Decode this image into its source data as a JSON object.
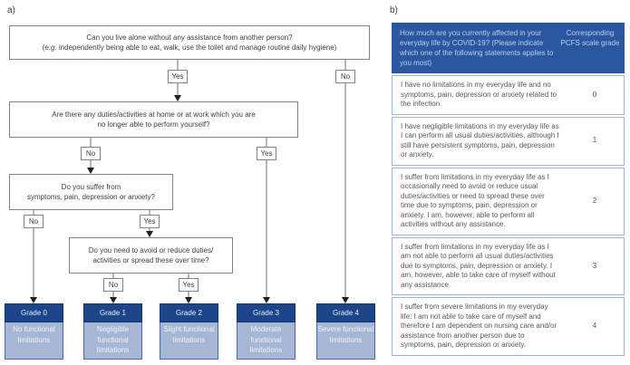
{
  "colors": {
    "grade_header_bg": "#1d4589",
    "grade_body_bg": "#a6b7d6",
    "table_header_bg": "#2b57a0",
    "table_header_text": "#bdcfec",
    "row_border": "#9db4d8",
    "flow_text": "#414042",
    "table_text": "#58595b"
  },
  "panel_a": {
    "label": "a)",
    "yes_label": "Yes",
    "no_label": "No",
    "q1": {
      "line1": "Can you live alone without any assistance from another person?",
      "line2_open": "(",
      "line2_italic": "e.g.",
      "line2_rest": " independently being able to eat, walk, use the toilet and manage routine daily hygiene)"
    },
    "q2": {
      "line1": "Are there any duties/activities at home or at work which you are",
      "line2": "no longer able to perform yourself?"
    },
    "q3": {
      "line1": "Do you suffer from",
      "line2": "symptoms, pain, depression or anxiety?"
    },
    "q4": {
      "line1": "Do you need to avoid or reduce duties/",
      "line2": "activities or spread these over time?"
    },
    "grades": [
      {
        "title": "Grade 0",
        "desc": "No functional limitations"
      },
      {
        "title": "Grade 1",
        "desc": "Negligible functional limitations"
      },
      {
        "title": "Grade 2",
        "desc": "Slight functional limitations"
      },
      {
        "title": "Grade 3",
        "desc": "Moderate functional limitations"
      },
      {
        "title": "Grade 4",
        "desc": "Severe functional limitations"
      }
    ]
  },
  "panel_b": {
    "label": "b)",
    "header": {
      "question": "How much are you currently affected in your everyday life by COVID-19? (Please indicate which one of the following statements applies to you most)",
      "grade_col": "Corresponding PCFS scale grade"
    },
    "rows": [
      {
        "statement": "I have no limitations in my everyday life and no symptoms, pain, depression or anxiety related to the infection.",
        "grade": "0"
      },
      {
        "statement": "I have negligible limitations in my everyday life as I can perform all usual duties/activities, although I still have persistent symptoms, pain, depression or anxiety.",
        "grade": "1"
      },
      {
        "statement": "I suffer from limitations in my everyday life as I occasionally need to avoid or reduce usual duties/activities or need to spread these over time due to symptoms, pain, depression or anxiety. I am, however, able to perform all activities without any assistance.",
        "grade": "2"
      },
      {
        "statement": "I suffer from limitations in my everyday life as I am not able to perform all usual duties/activities due to symptoms, pain, depression or anxiety. I am, however, able to take care of myself without any assistance.",
        "grade": "3"
      },
      {
        "statement": "I suffer from severe limitations in my everyday life: I am not able to take care of myself and therefore I am dependent on nursing care and/or assistance from another person due to symptoms, pain, depression or anxiety.",
        "grade": "4"
      }
    ]
  }
}
